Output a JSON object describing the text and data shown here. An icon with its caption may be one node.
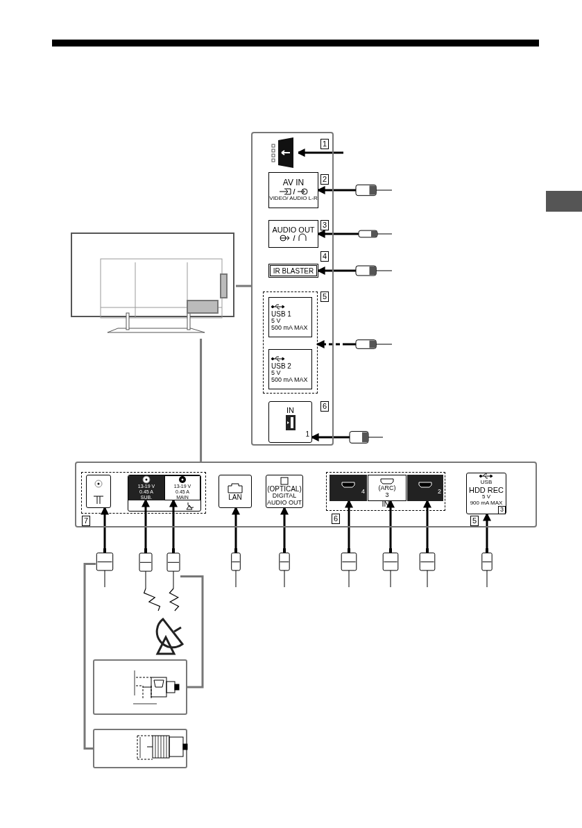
{
  "diagram": {
    "nodes": [
      {
        "text": [],
        "shape": "picture"
      },
      {
        "text": [],
        "shape": "box"
      },
      {
        "text": [],
        "shape": "box",
        "in": 1,
        "beside": [
          "1"
        ]
      },
      {
        "text": [
          "AV IN",
          "VIDEO/ AUDIO L-R"
        ],
        "in": 1,
        "beside": [
          "2"
        ]
      },
      {
        "text": [
          "AUDIO OUT"
        ],
        "in": 1,
        "beside": [
          "3"
        ]
      },
      {
        "text": [
          "IR BLASTER"
        ],
        "in": 1,
        "beside": [
          "4"
        ]
      },
      {
        "text": [],
        "shape": "box",
        "in": 1,
        "beside": [
          "5"
        ]
      },
      {
        "text": [
          "USB 1",
          "5 V",
          "500 mA MAX"
        ],
        "in": 6
      },
      {
        "text": [
          "USB 2",
          "5 V",
          "500 mA MAX"
        ],
        "in": 6
      },
      {
        "text": [
          "IN",
          "1"
        ],
        "in": 1,
        "beside": [
          "6"
        ]
      },
      {
        "text": [],
        "shape": "box"
      },
      {
        "text": [],
        "shape": "box",
        "in": 10,
        "beside": [
          "7"
        ]
      },
      {
        "text": [],
        "shape": "box",
        "in": 11
      },
      {
        "text": [],
        "shape": "box",
        "in": 11
      },
      {
        "text": [
          "13-19 V 0.45 A",
          "SUB."
        ],
        "in": 13
      },
      {
        "text": [
          "13-19 V 0.45 A",
          "MAIN"
        ],
        "in": 13
      },
      {
        "text": [
          "LAN"
        ],
        "in": 10
      },
      {
        "text": [
          "(OPTICAL)",
          "DIGITAL AUDIO OUT"
        ],
        "in": 10
      },
      {
        "text": [
          "IN"
        ],
        "in": 10,
        "beside": [
          "6"
        ]
      },
      {
        "text": [
          "4"
        ],
        "in": 18
      },
      {
        "text": [
          "(ARC)",
          "3"
        ],
        "in": 18
      },
      {
        "text": [
          "2"
        ],
        "in": 18
      },
      {
        "text": [
          "USB",
          "HDD REC",
          "5 V",
          "900 mA MAX",
          "3"
        ],
        "in": 10,
        "beside": [
          "5"
        ]
      },
      {
        "text": [],
        "shape": "plug"
      },
      {
        "text": [],
        "shape": "plug"
      },
      {
        "text": [],
        "shape": "plug"
      },
      {
        "text": [],
        "shape": "plug"
      },
      {
        "text": [],
        "shape": "plug"
      },
      {
        "text": [],
        "shape": "plug"
      },
      {
        "text": [],
        "shape": "plug"
      },
      {
        "text": [],
        "shape": "plug"
      },
      {
        "text": [],
        "shape": "plug"
      },
      {
        "text": [],
        "shape": "plug"
      },
      {
        "text": [],
        "shape": "plug"
      },
      {
        "text": [],
        "shape": "plug"
      },
      {
        "text": [],
        "shape": "plug"
      },
      {
        "text": [],
        "shape": "plug"
      },
      {
        "text": [],
        "shape": "picture"
      },
      {
        "text": [],
        "shape": "box"
      },
      {
        "text": [],
        "shape": "box"
      }
    ],
    "edges": [
      {
        "from": null,
        "to": 2,
        "arrow": "to"
      },
      {
        "from": 23,
        "to": 3,
        "arrow": "to"
      },
      {
        "from": 24,
        "to": 4,
        "arrow": "to"
      },
      {
        "from": 25,
        "to": 5,
        "arrow": "to"
      },
      {
        "from": 26,
        "to": 6,
        "arrow": "to",
        "style": "dashed"
      },
      {
        "from": 27,
        "to": 9,
        "arrow": "to"
      },
      {
        "from": 0,
        "to": 1,
        "arrow": "none",
        "color": "#777777"
      },
      {
        "from": 0,
        "to": 10,
        "arrow": "none",
        "color": "#777777"
      },
      {
        "from": 28,
        "to": 12,
        "arrow": "to"
      },
      {
        "from": 29,
        "to": 14,
        "arrow": "to"
      },
      {
        "from": 30,
        "to": 15,
        "arrow": "to"
      },
      {
        "from": 31,
        "to": 16,
        "arrow": "to"
      },
      {
        "from": 32,
        "to": 17,
        "arrow": "to"
      },
      {
        "from": 33,
        "to": 19,
        "arrow": "to"
      },
      {
        "from": 34,
        "to": 20,
        "arrow": "to"
      },
      {
        "from": 35,
        "to": 21,
        "arrow": "to"
      },
      {
        "from": 36,
        "to": 22,
        "arrow": "to"
      },
      {
        "from": 37,
        "to": 29,
        "arrow": "none"
      },
      {
        "from": 37,
        "to": 30,
        "arrow": "none"
      },
      {
        "from": 30,
        "to": 38,
        "arrow": "none",
        "color": "#777777"
      },
      {
        "from": 28,
        "to": 39,
        "arrow": "none",
        "color": "#777777"
      }
    ]
  }
}
